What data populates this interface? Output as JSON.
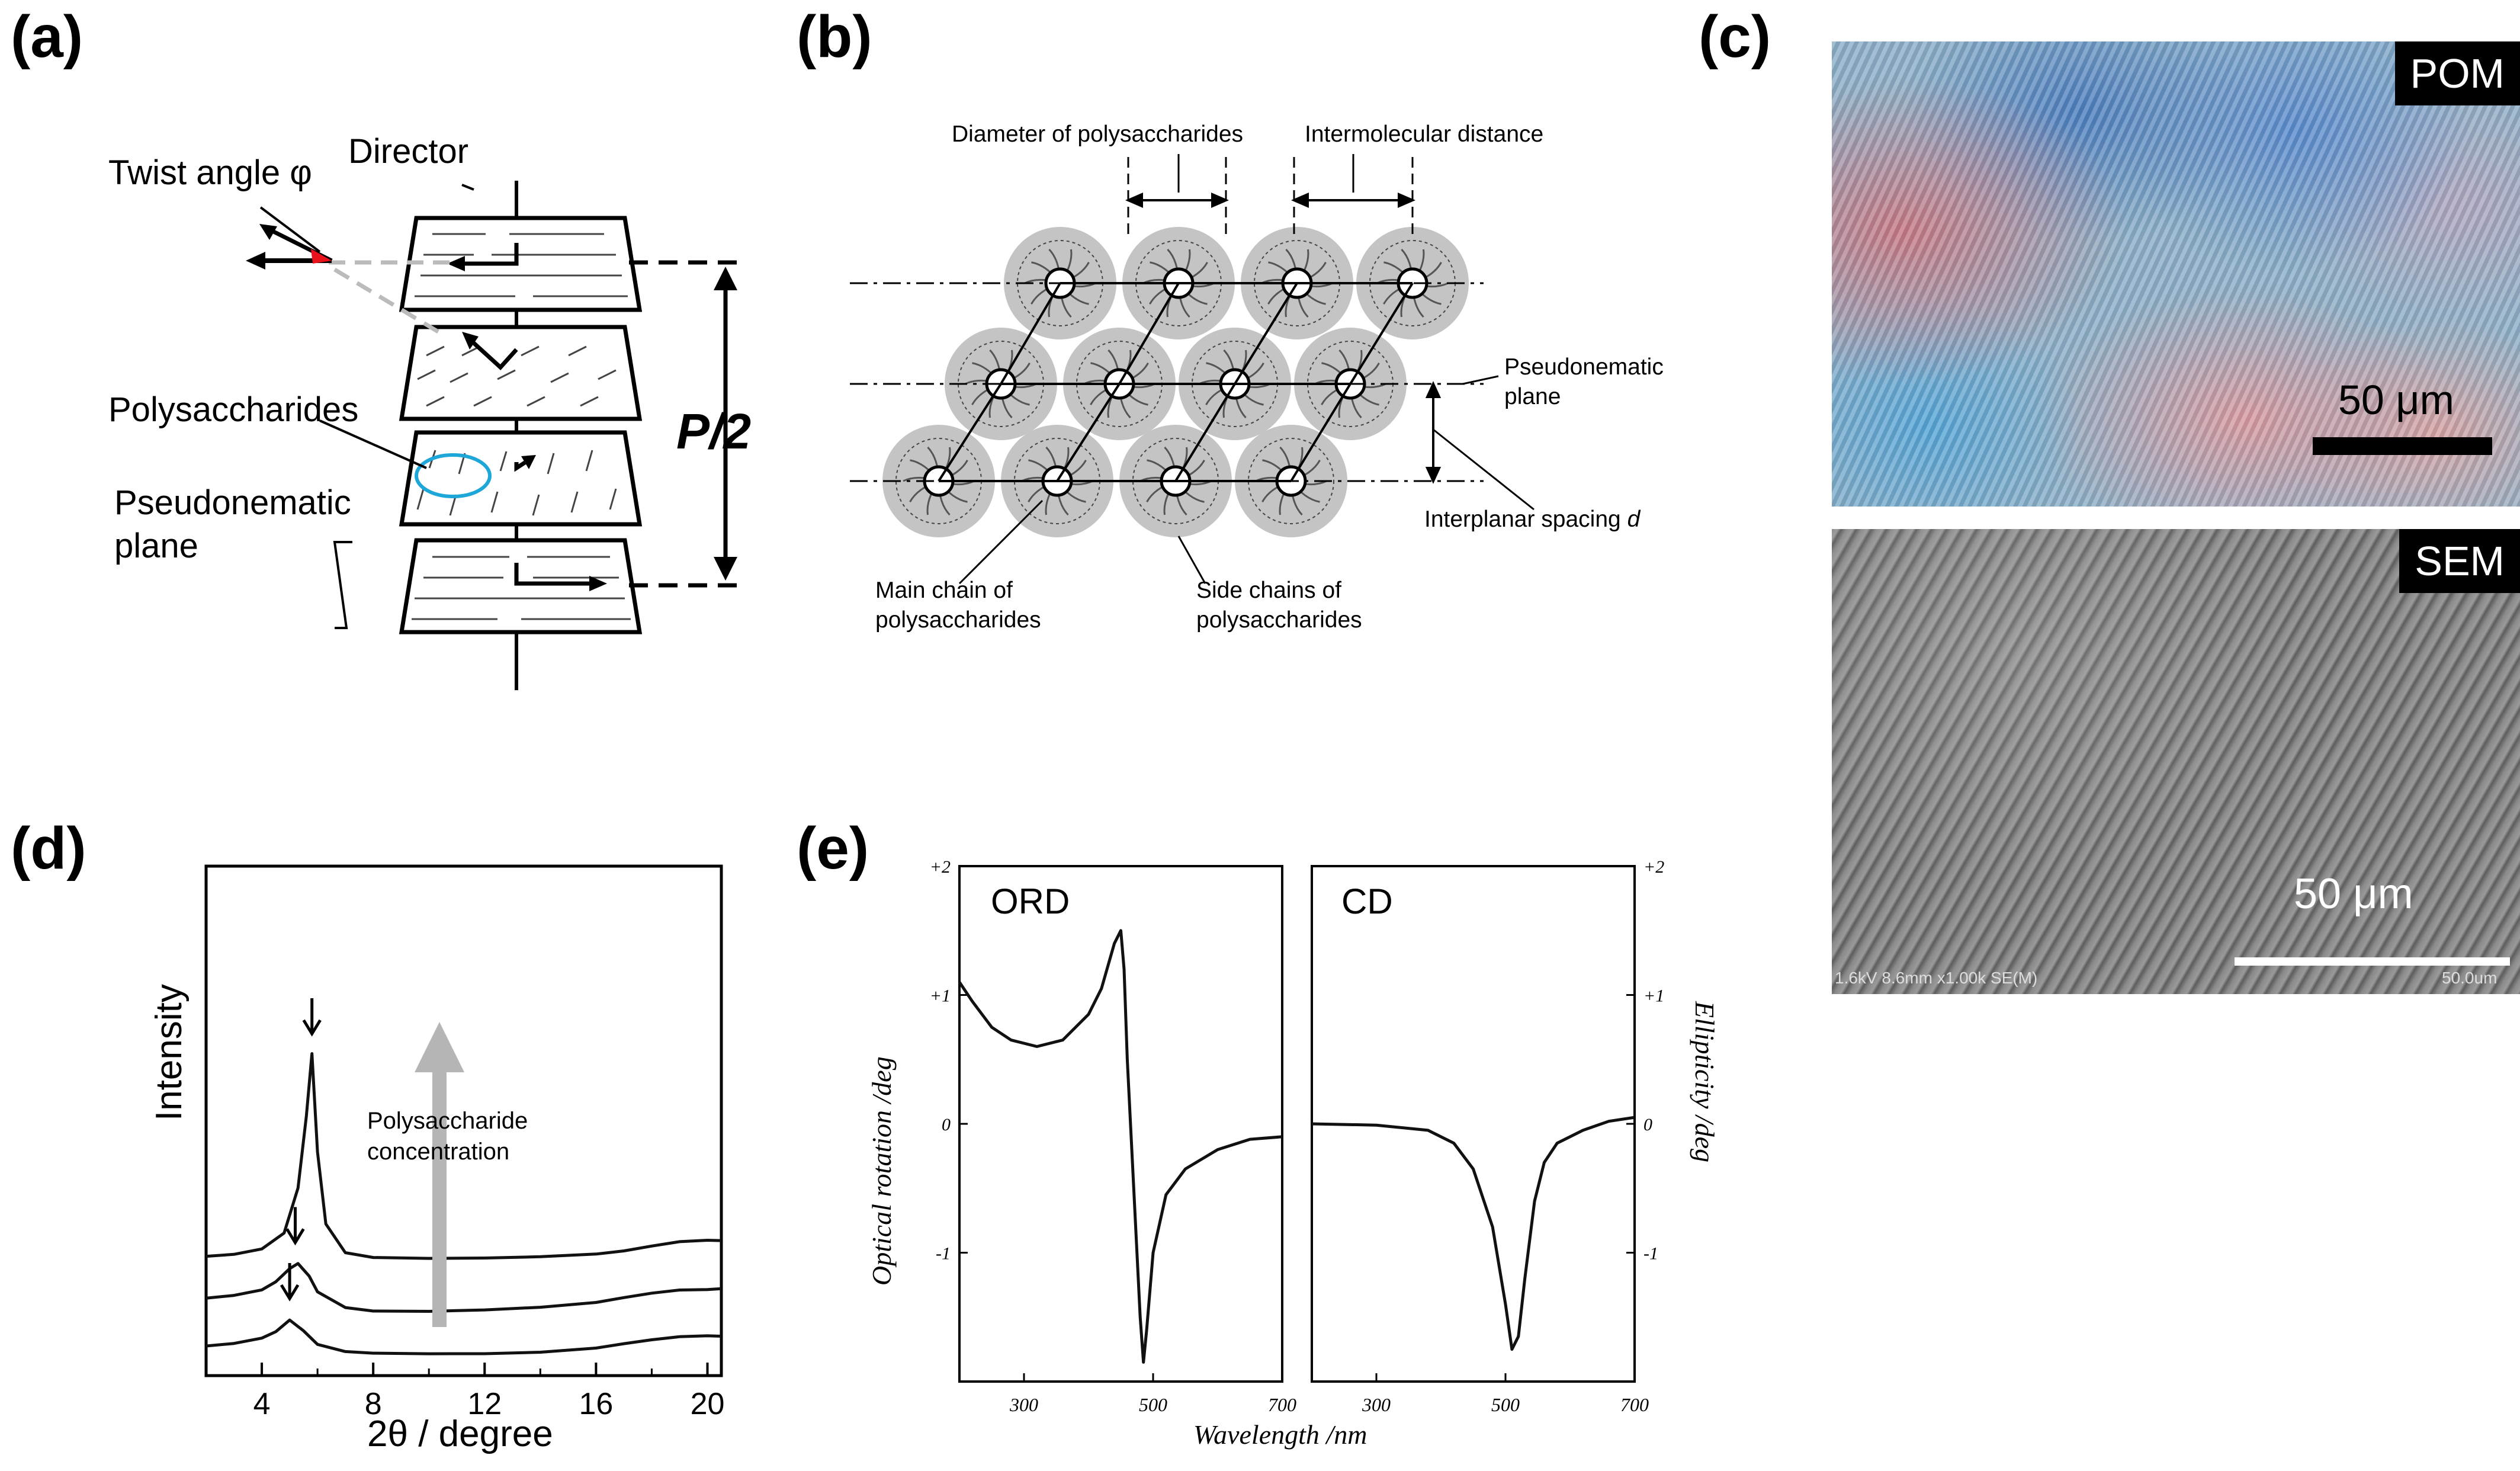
{
  "panels": {
    "a": {
      "label": "(a)",
      "twist_angle": "Twist angle φ",
      "director": "Director",
      "polysaccharides": "Polysaccharides",
      "pseudonematic_plane_line1": "Pseudonematic",
      "pseudonematic_plane_line2": "plane",
      "half_pitch": "P/2",
      "colors": {
        "twist_marker": "#e8111c",
        "ellipse": "#1da7d8"
      }
    },
    "b": {
      "label": "(b)",
      "diameter": "Diameter of polysaccharides",
      "intermolecular": "Intermolecular distance",
      "pseudonematic_line1": "Pseudonematic",
      "pseudonematic_line2": "plane",
      "interplanar": "Interplanar spacing",
      "interplanar_symbol": "d",
      "main_chain_line1": "Main chain of",
      "main_chain_line2": "polysaccharides",
      "side_chain_line1": "Side chains of",
      "side_chain_line2": "polysaccharides"
    },
    "c": {
      "label": "(c)",
      "pom_tag": "POM",
      "pom_scale": "50 μm",
      "sem_tag": "SEM",
      "sem_scale": "50 μm",
      "sem_info": "1.6kV 8.6mm x1.00k SE(M)",
      "sem_info_scale": "50.0um"
    },
    "d": {
      "label": "(d)",
      "ylabel": "Intensity",
      "xlabel": "2θ / degree",
      "annotation_line1": "Polysaccharide",
      "annotation_line2": "concentration"
    },
    "e": {
      "label": "(e)",
      "ord_title": "ORD",
      "cd_title": "CD",
      "ylabel_left": "Optical rotation /deg",
      "ylabel_right": "Ellipticity /deg",
      "xlabel": "Wavelength /nm"
    }
  },
  "chart_data": [
    {
      "panel": "d",
      "type": "line",
      "xlabel": "2θ / degree",
      "ylabel": "Intensity",
      "xlim": [
        2,
        20.5
      ],
      "xticks": [
        4,
        8,
        12,
        16,
        20
      ],
      "series": [
        {
          "x": [
            2,
            3,
            4,
            4.5,
            5,
            5.5,
            6,
            7,
            8,
            10,
            12,
            14,
            16,
            17,
            18,
            19,
            20,
            20.5
          ],
          "values": [
            0.12,
            0.14,
            0.2,
            0.28,
            0.42,
            0.3,
            0.14,
            0.05,
            0.03,
            0.03,
            0.04,
            0.06,
            0.1,
            0.14,
            0.18,
            0.22,
            0.24,
            0.24
          ]
        },
        {
          "x": [
            2,
            3,
            4,
            4.5,
            5,
            5.3,
            5.7,
            6,
            7,
            8,
            10,
            12,
            14,
            16,
            17,
            18,
            19,
            20,
            20.5
          ],
          "values": [
            0.65,
            0.68,
            0.75,
            0.85,
            1.0,
            1.05,
            0.9,
            0.72,
            0.55,
            0.52,
            0.52,
            0.53,
            0.55,
            0.6,
            0.66,
            0.72,
            0.76,
            0.76,
            0.76
          ]
        },
        {
          "x": [
            2,
            3,
            4,
            4.8,
            5.3,
            5.6,
            5.8,
            6.0,
            6.3,
            7,
            8,
            10,
            12,
            14,
            16,
            17,
            18,
            19,
            20,
            20.5
          ],
          "values": [
            1.12,
            1.15,
            1.22,
            1.4,
            1.9,
            2.7,
            3.4,
            2.3,
            1.5,
            1.18,
            1.12,
            1.1,
            1.1,
            1.12,
            1.16,
            1.2,
            1.25,
            1.29,
            1.3,
            1.3
          ]
        }
      ],
      "peak_arrows_x": [
        5.8,
        5.2,
        5.0
      ]
    },
    {
      "panel": "e",
      "type": "line",
      "xlabel": "Wavelength /nm",
      "subplots": [
        {
          "title": "ORD",
          "ylabel": "Optical rotation /deg",
          "xlim": [
            200,
            700
          ],
          "ylim": [
            -2,
            2
          ],
          "xticks": [
            300,
            500,
            700
          ],
          "yticks": [
            -1,
            0,
            1,
            2
          ],
          "ytick_labels": [
            "-1",
            "0",
            "+1",
            "+2"
          ],
          "x": [
            200,
            220,
            250,
            280,
            320,
            360,
            400,
            420,
            440,
            450,
            455,
            460,
            470,
            480,
            485,
            490,
            500,
            520,
            550,
            600,
            650,
            700
          ],
          "values": [
            1.1,
            0.95,
            0.75,
            0.65,
            0.6,
            0.65,
            0.85,
            1.05,
            1.4,
            1.5,
            1.2,
            0.5,
            -0.5,
            -1.5,
            -1.85,
            -1.6,
            -1.0,
            -0.55,
            -0.35,
            -0.2,
            -0.12,
            -0.1
          ]
        },
        {
          "title": "CD",
          "ylabel": "Ellipticity /deg",
          "xlim": [
            200,
            700
          ],
          "ylim": [
            -2,
            2
          ],
          "xticks": [
            300,
            500,
            700
          ],
          "yticks": [
            -1,
            0,
            1,
            2
          ],
          "ytick_labels": [
            "-1",
            "0",
            "+1",
            "+2"
          ],
          "x": [
            200,
            300,
            380,
            420,
            450,
            480,
            500,
            510,
            520,
            530,
            545,
            560,
            580,
            620,
            660,
            700
          ],
          "values": [
            0,
            -0.01,
            -0.05,
            -0.15,
            -0.35,
            -0.8,
            -1.4,
            -1.75,
            -1.65,
            -1.2,
            -0.6,
            -0.3,
            -0.15,
            -0.05,
            0.02,
            0.05
          ]
        }
      ]
    }
  ]
}
